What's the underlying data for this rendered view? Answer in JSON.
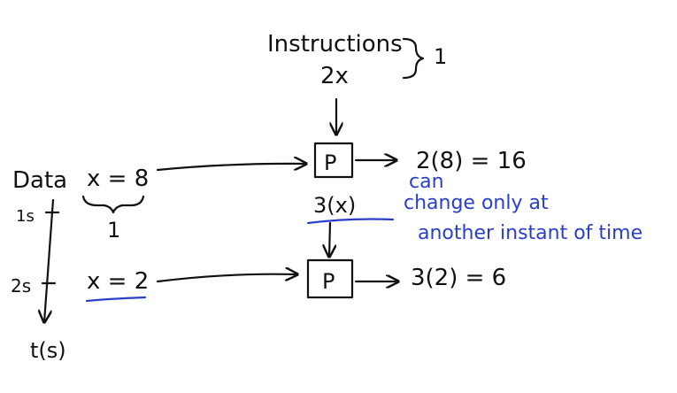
{
  "instructions": {
    "label": "Instructions",
    "expr": "2x",
    "brace_count": "1"
  },
  "data": {
    "label": "Data",
    "x1": "x = 8",
    "count": "1",
    "x2": "x = 2"
  },
  "timeline": {
    "tick1": "1s",
    "tick2": "2s",
    "axis_label": "t(s)"
  },
  "processor": {
    "label": "P"
  },
  "results": {
    "r1": "2(8) = 16",
    "r2": "3(2) = 6"
  },
  "new_instruction": "3(x)",
  "note": {
    "line1": "can",
    "line2": "change only at",
    "line3": "another instant of time"
  },
  "colors": {
    "ink": "#111111",
    "note": "#2a3fc9"
  }
}
